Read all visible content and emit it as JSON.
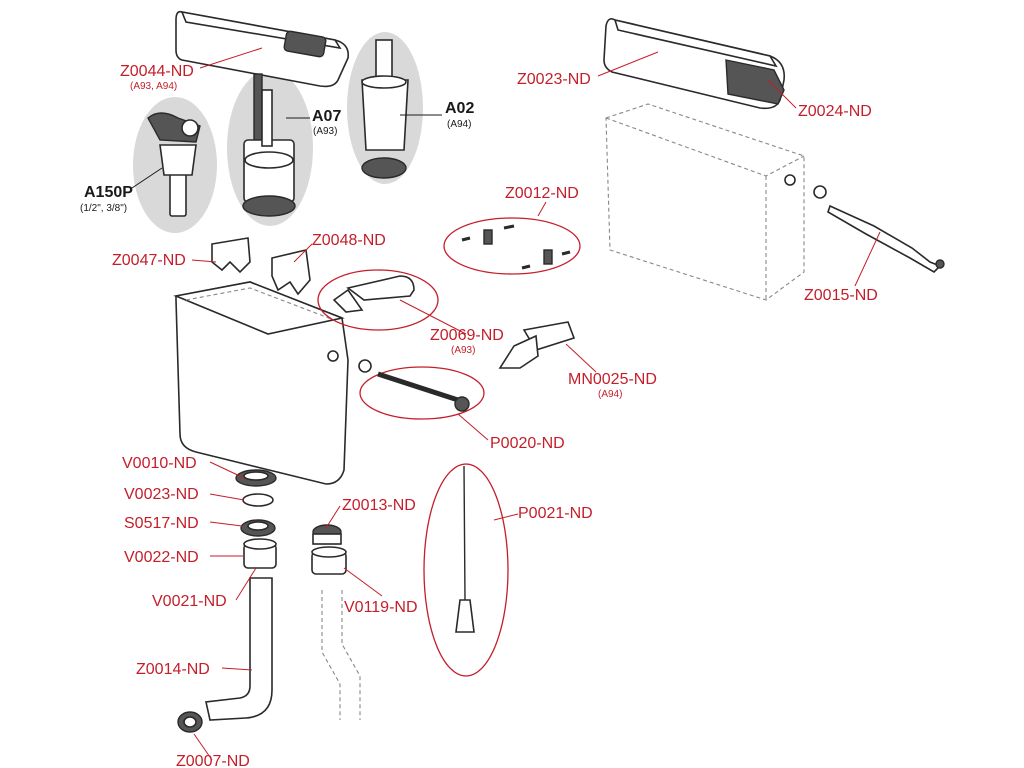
{
  "labels": {
    "z0044": "Z0044-ND",
    "z0044_sub": "(A93, A94)",
    "a07": "A07",
    "a07_sub": "(A93)",
    "a02": "A02",
    "a02_sub": "(A94)",
    "a150p": "A150P",
    "a150p_sub": "(1/2\", 3/8\")",
    "z0023": "Z0023-ND",
    "z0024": "Z0024-ND",
    "z0012": "Z0012-ND",
    "z0015": "Z0015-ND",
    "z0047": "Z0047-ND",
    "z0048": "Z0048-ND",
    "z0069": "Z0069-ND",
    "z0069_sub": "(A93)",
    "mn0025": "MN0025-ND",
    "mn0025_sub": "(A94)",
    "p0020": "P0020-ND",
    "v0010": "V0010-ND",
    "v0023": "V0023-ND",
    "s0517": "S0517-ND",
    "v0022": "V0022-ND",
    "v0021": "V0021-ND",
    "z0013": "Z0013-ND",
    "v0119": "V0119-ND",
    "p0021": "P0021-ND",
    "z0014": "Z0014-ND",
    "z0007": "Z0007-ND"
  },
  "colors": {
    "label": "#c41e2a",
    "ink": "#1a1a1a",
    "highlight": "#d9d9d9"
  }
}
